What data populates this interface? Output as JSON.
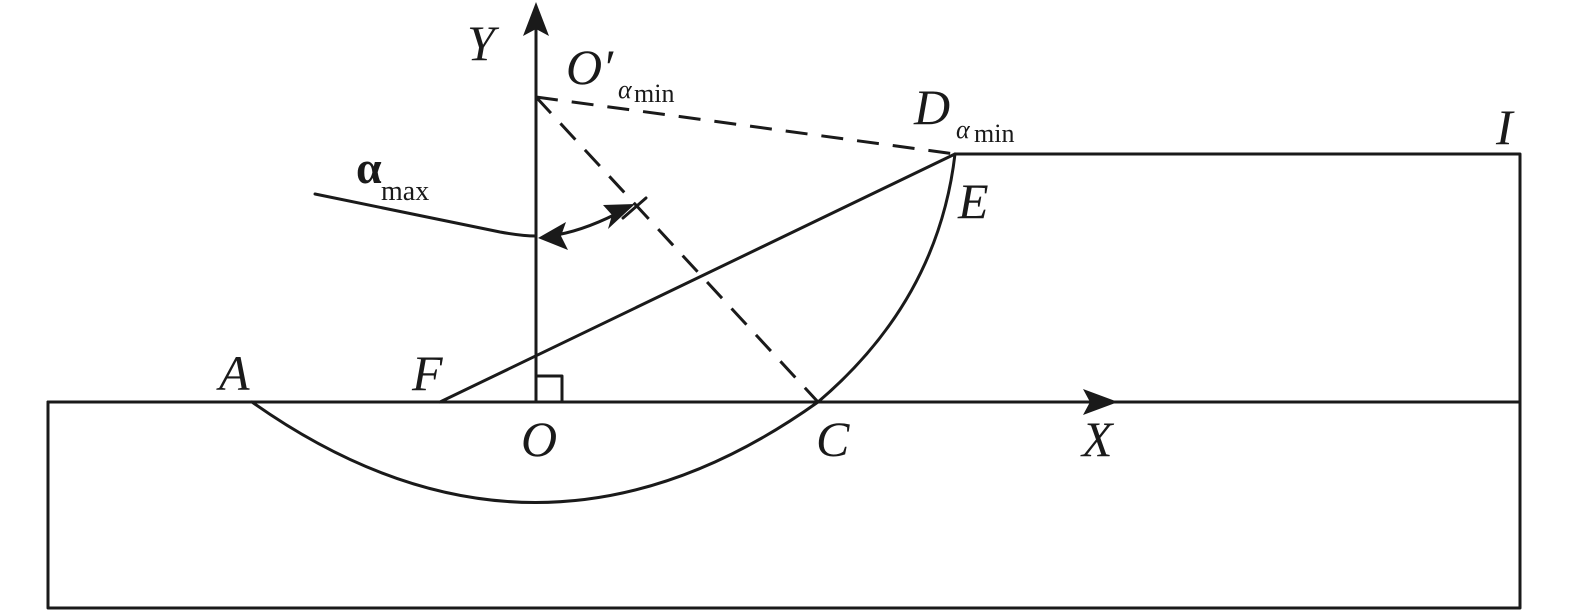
{
  "points": {
    "A": "A",
    "F": "F",
    "O": "O",
    "C": "C",
    "X": "X",
    "Y": "Y",
    "D": "D",
    "E": "E",
    "I": "I",
    "O_prime": "O′"
  },
  "subscripts": {
    "alpha": "α",
    "min": "min",
    "max": "max"
  }
}
